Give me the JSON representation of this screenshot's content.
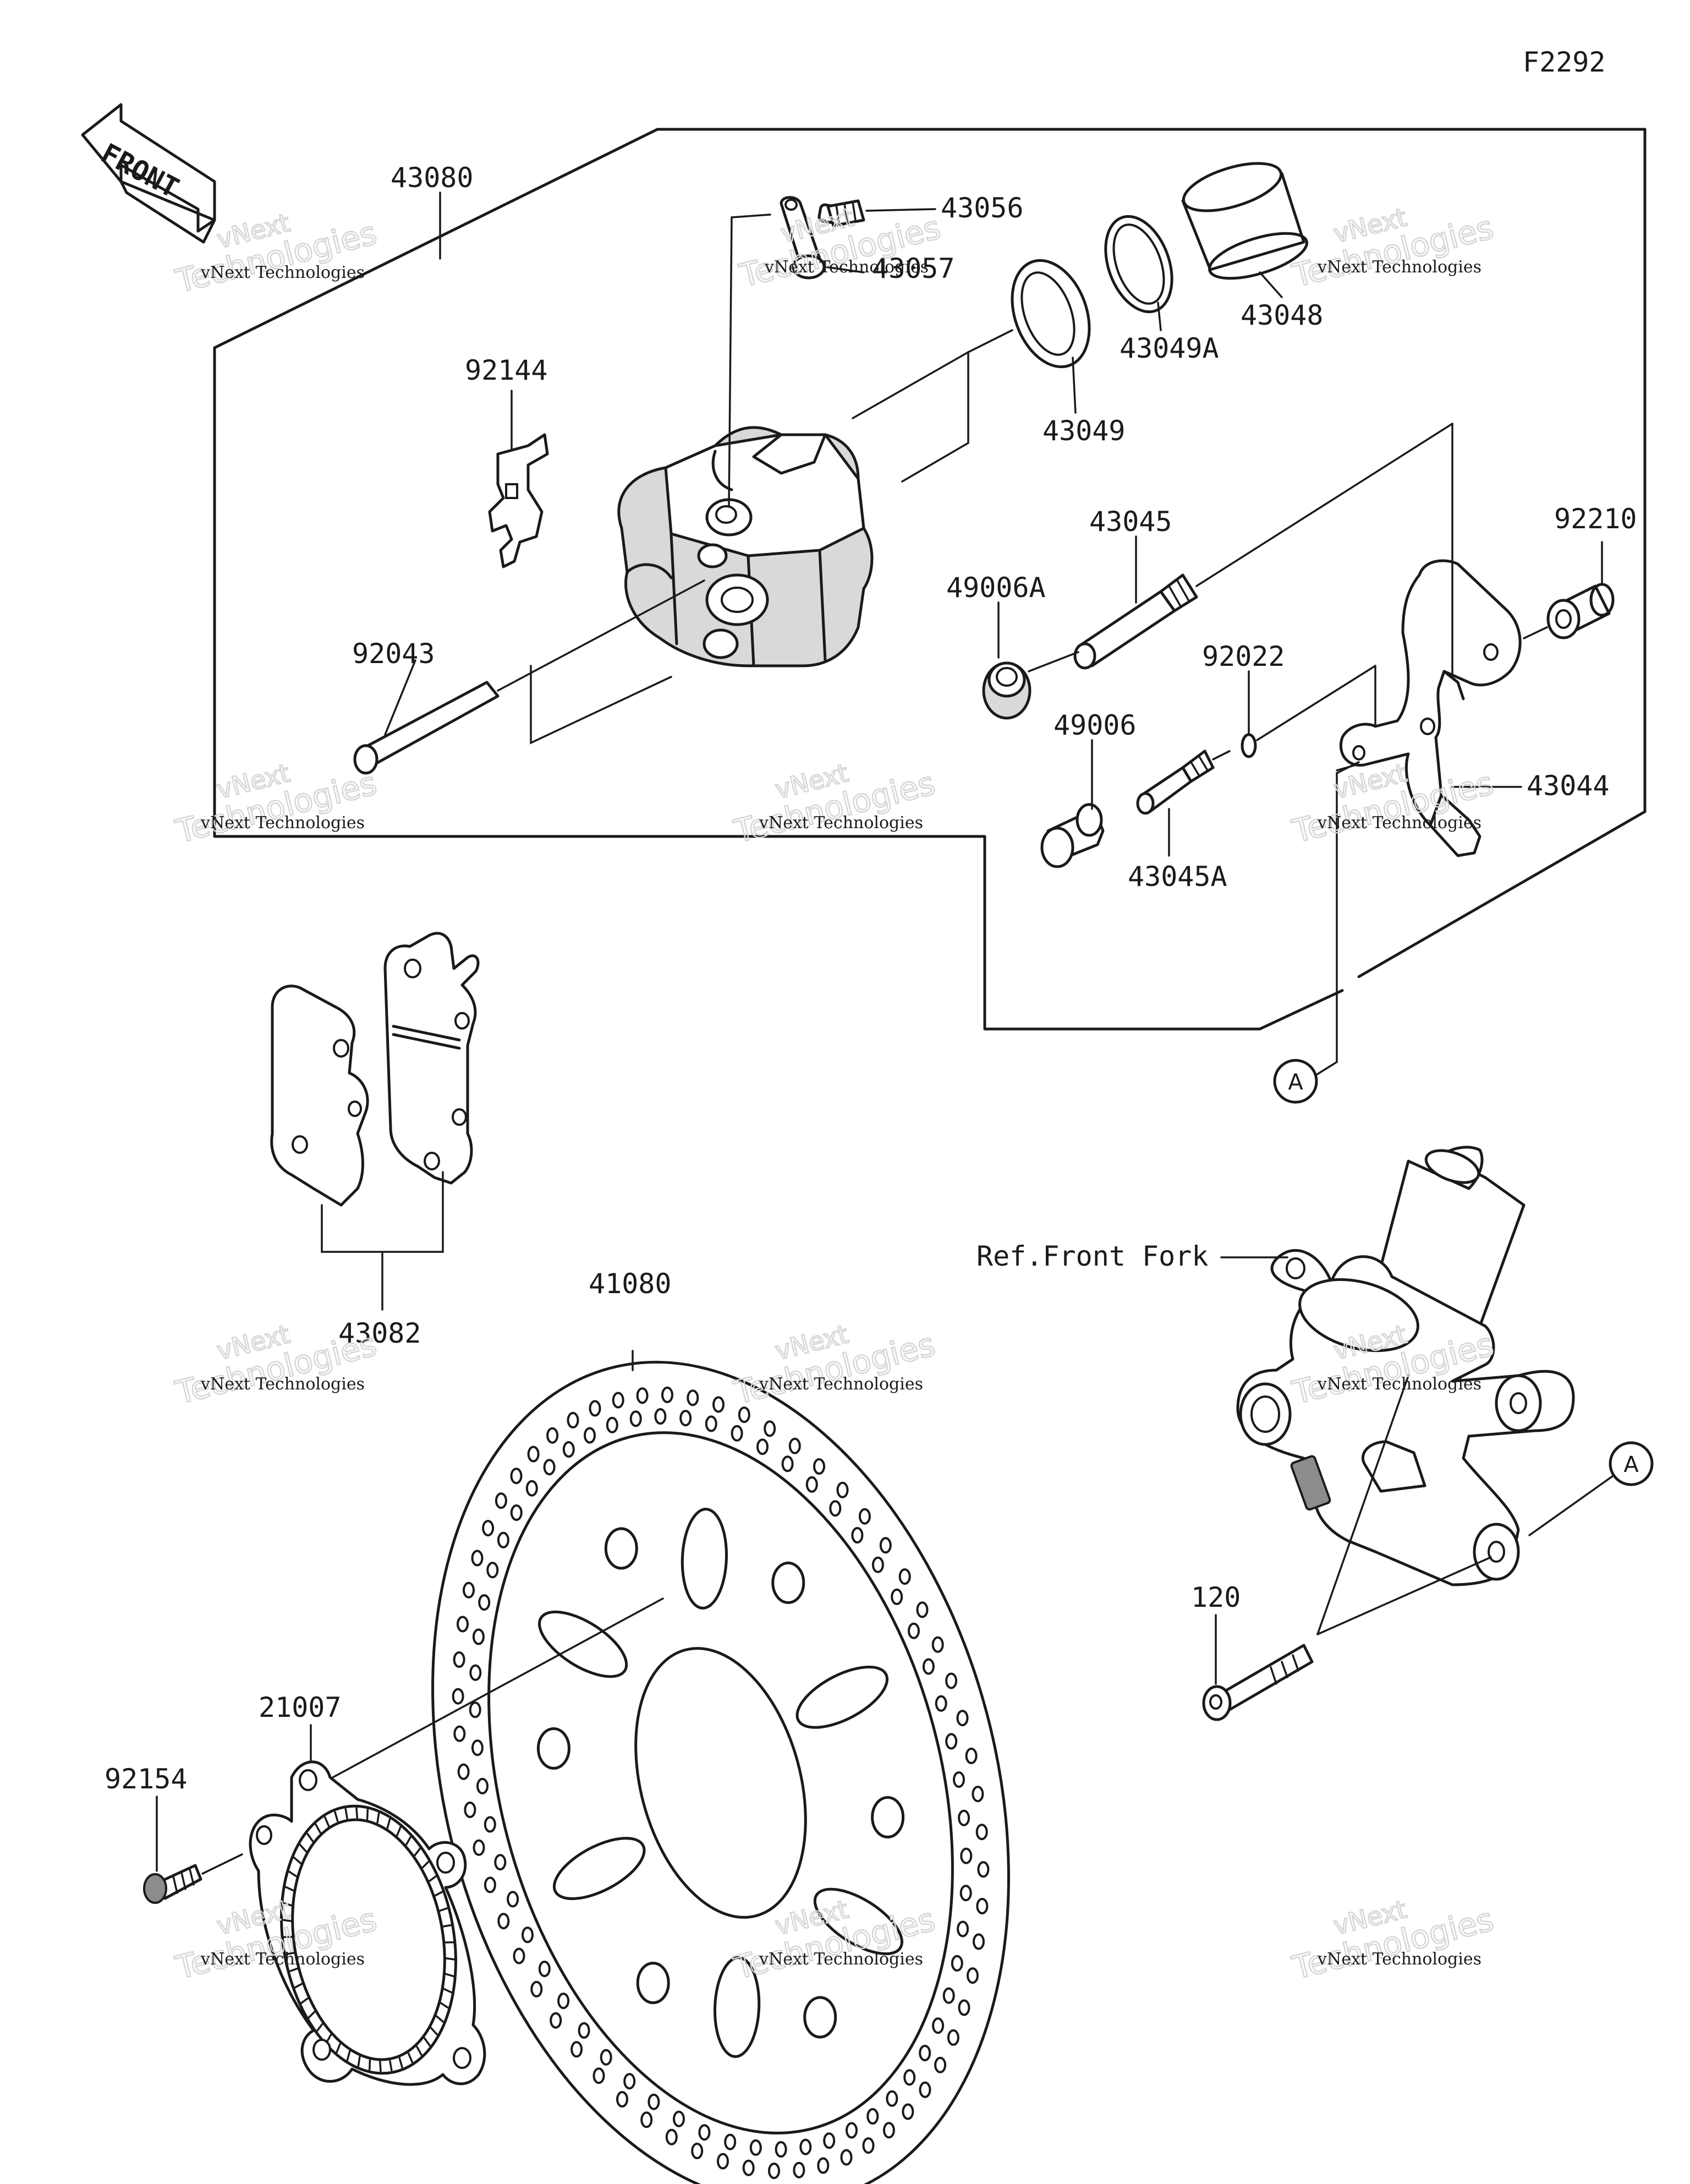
{
  "figure_code": "F2292",
  "front_arrow": {
    "label": "FRONT",
    "icon": "front-direction-arrow-icon"
  },
  "parts": [
    {
      "id": "43080",
      "label": "43080"
    },
    {
      "id": "43056",
      "label": "43056"
    },
    {
      "id": "43057",
      "label": "43057"
    },
    {
      "id": "43048",
      "label": "43048"
    },
    {
      "id": "43049A",
      "label": "43049A"
    },
    {
      "id": "43049",
      "label": "43049"
    },
    {
      "id": "92144",
      "label": "92144"
    },
    {
      "id": "43045",
      "label": "43045"
    },
    {
      "id": "92210",
      "label": "92210"
    },
    {
      "id": "49006A",
      "label": "49006A"
    },
    {
      "id": "92022",
      "label": "92022"
    },
    {
      "id": "92043",
      "label": "92043"
    },
    {
      "id": "49006",
      "label": "49006"
    },
    {
      "id": "43044",
      "label": "43044"
    },
    {
      "id": "43045A",
      "label": "43045A"
    },
    {
      "id": "43082",
      "label": "43082"
    },
    {
      "id": "41080",
      "label": "41080"
    },
    {
      "id": "120",
      "label": "120"
    },
    {
      "id": "21007",
      "label": "21007"
    },
    {
      "id": "92154",
      "label": "92154"
    }
  ],
  "reference_label": "Ref.Front Fork",
  "connector_marker": "A",
  "watermark": {
    "line1": "vNext Technologies",
    "line2": "vNext",
    "line3": "Technologies"
  }
}
